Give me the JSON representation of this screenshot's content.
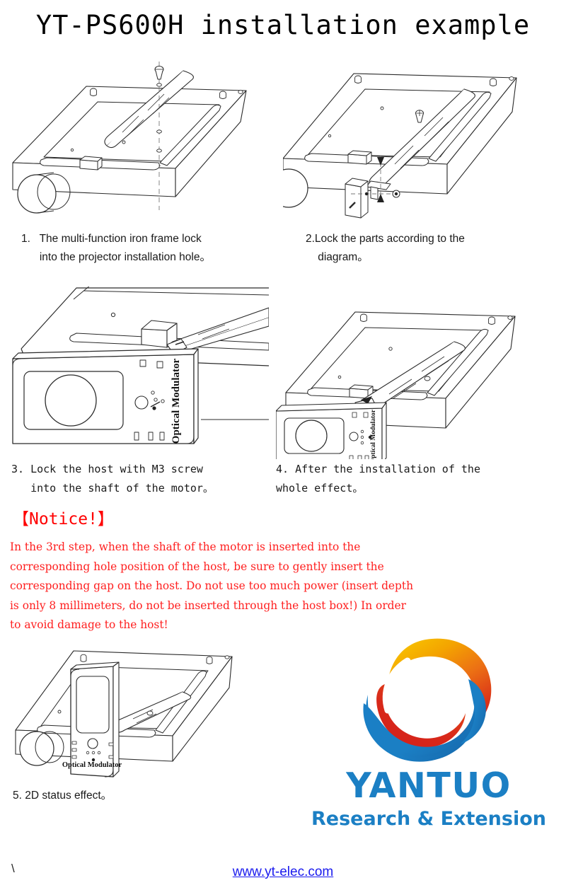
{
  "title": "YT-PS600H installation example",
  "steps": [
    {
      "id": "step-1",
      "font": "sans",
      "lines": [
        "1.   The multi-function iron frame lock",
        "      into the projector installation hole。"
      ]
    },
    {
      "id": "step-2",
      "font": "sans",
      "lines": [
        "2.Lock the parts according to the",
        "    diagram。"
      ]
    },
    {
      "id": "step-3",
      "font": "mono",
      "lines": [
        "3. Lock the host with M3 screw",
        "   into the shaft of the motor。"
      ]
    },
    {
      "id": "step-4",
      "font": "mono",
      "lines": [
        "4. After the installation of the",
        "whole effect。"
      ]
    },
    {
      "id": "step-5",
      "font": "sans",
      "lines": [
        "5. 2D status effect。"
      ]
    }
  ],
  "notice": {
    "heading": "【Notice!】",
    "lines": [
      "In the 3rd step, when the shaft of the motor is inserted into the",
      "corresponding hole position of the host, be sure to gently insert the",
      "corresponding gap on the host. Do not use too much power (insert depth",
      "is only 8 millimeters, do not be inserted through the host box!) In order",
      "to avoid damage to the host!"
    ],
    "color": "#ff2020",
    "heading_color": "#ff0000"
  },
  "device_label": "Optical Modulator",
  "brand": {
    "name": "YANTUO",
    "tagline": "Research & Extension",
    "color": "#1b7fc4",
    "logo_gold": "#f5b500",
    "logo_orange": "#ef7f12",
    "logo_red": "#d5201a",
    "logo_blue": "#1b7fc4"
  },
  "footer": {
    "url": "www.yt-elec.com",
    "url_color": "#1a1aee",
    "corner_mark": "\\"
  },
  "figures": [
    {
      "id": "figure-1",
      "name": "projector-with-iron-frame-exploded"
    },
    {
      "id": "figure-2",
      "name": "projector-with-parts-locked"
    },
    {
      "id": "figure-3",
      "name": "modulator-host-closeup-with-m3-screw"
    },
    {
      "id": "figure-4",
      "name": "projector-with-modulator-installed"
    },
    {
      "id": "figure-5",
      "name": "projector-2d-status-effect"
    }
  ]
}
